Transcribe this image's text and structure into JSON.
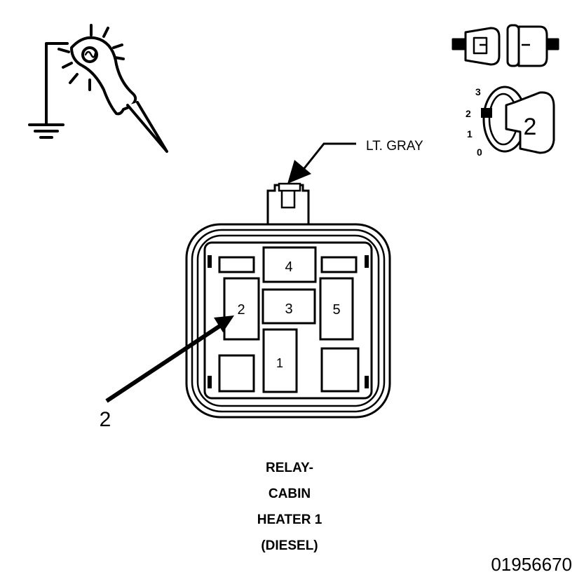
{
  "wire_color_label": "LT. GRAY",
  "pins": {
    "p1": "1",
    "p2": "2",
    "p3": "3",
    "p4": "4",
    "p5": "5"
  },
  "callout_number": "2",
  "key_positions": [
    "3",
    "2",
    "1",
    "0"
  ],
  "key_setting": "2",
  "caption": [
    "RELAY-",
    "CABIN",
    "HEATER 1",
    "(DIESEL)"
  ],
  "figure_id": "01956670"
}
